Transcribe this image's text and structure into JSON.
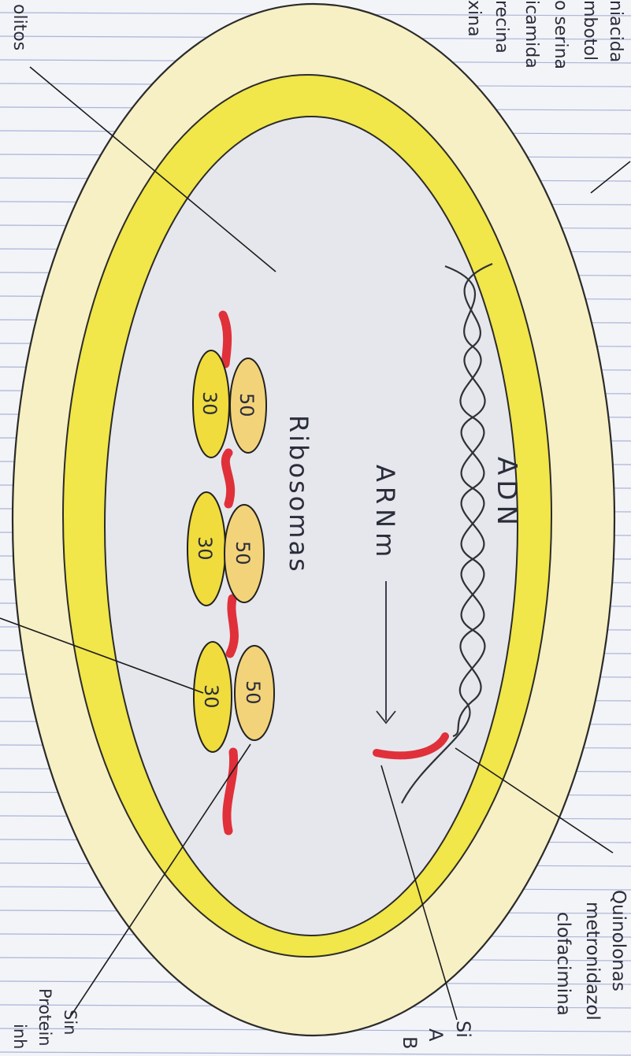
{
  "notes": {
    "top_right": [
      "niacida",
      "mbotol",
      "o serina",
      "icamida",
      "recina",
      "xina"
    ],
    "top_left": "olitos",
    "bottom_right_1": [
      "Quinolonas",
      "metronidazol",
      "clofacimina"
    ],
    "bottom_right_2": [
      "Si",
      "A",
      "B"
    ],
    "bottom_middle": [
      "Sin",
      "Protein",
      "inh"
    ]
  },
  "labels": {
    "adn": "ADN",
    "arnm": "ARNm",
    "ribosomas": "Ribosomas"
  },
  "ribosomes": [
    {
      "large": "50",
      "small": "30"
    },
    {
      "large": "50",
      "small": "30"
    },
    {
      "large": "50",
      "small": "30"
    }
  ],
  "colors": {
    "paper": "#f3f4f8",
    "rule_line": "#aab4d6",
    "capsule": "#f7f0c4",
    "wall": "#f1e64a",
    "cytoplasm": "#e6e7ec",
    "mrna": "#e0303a",
    "subunit_small": "#f0dc3c",
    "subunit_large": "#f3d37a",
    "ink": "#222222"
  }
}
